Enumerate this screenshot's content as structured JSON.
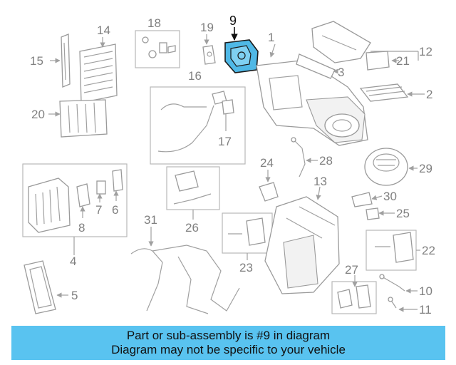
{
  "diagram": {
    "callouts": [
      "1",
      "2",
      "3",
      "4",
      "5",
      "6",
      "7",
      "8",
      "9",
      "10",
      "11",
      "12",
      "13",
      "15",
      "14",
      "16",
      "17",
      "18",
      "19",
      "20",
      "21",
      "22",
      "23",
      "24",
      "25",
      "26",
      "27",
      "28",
      "29",
      "30",
      "31"
    ],
    "highlighted_callout": "9"
  },
  "banner": {
    "line1": "Part or sub-assembly is #9 in diagram",
    "line2": "Diagram may not be specific to your vehicle"
  },
  "colors": {
    "banner_bg": "#59c3f0",
    "highlight_part": "#4fb8e6",
    "line_art": "#9a9a9a"
  }
}
